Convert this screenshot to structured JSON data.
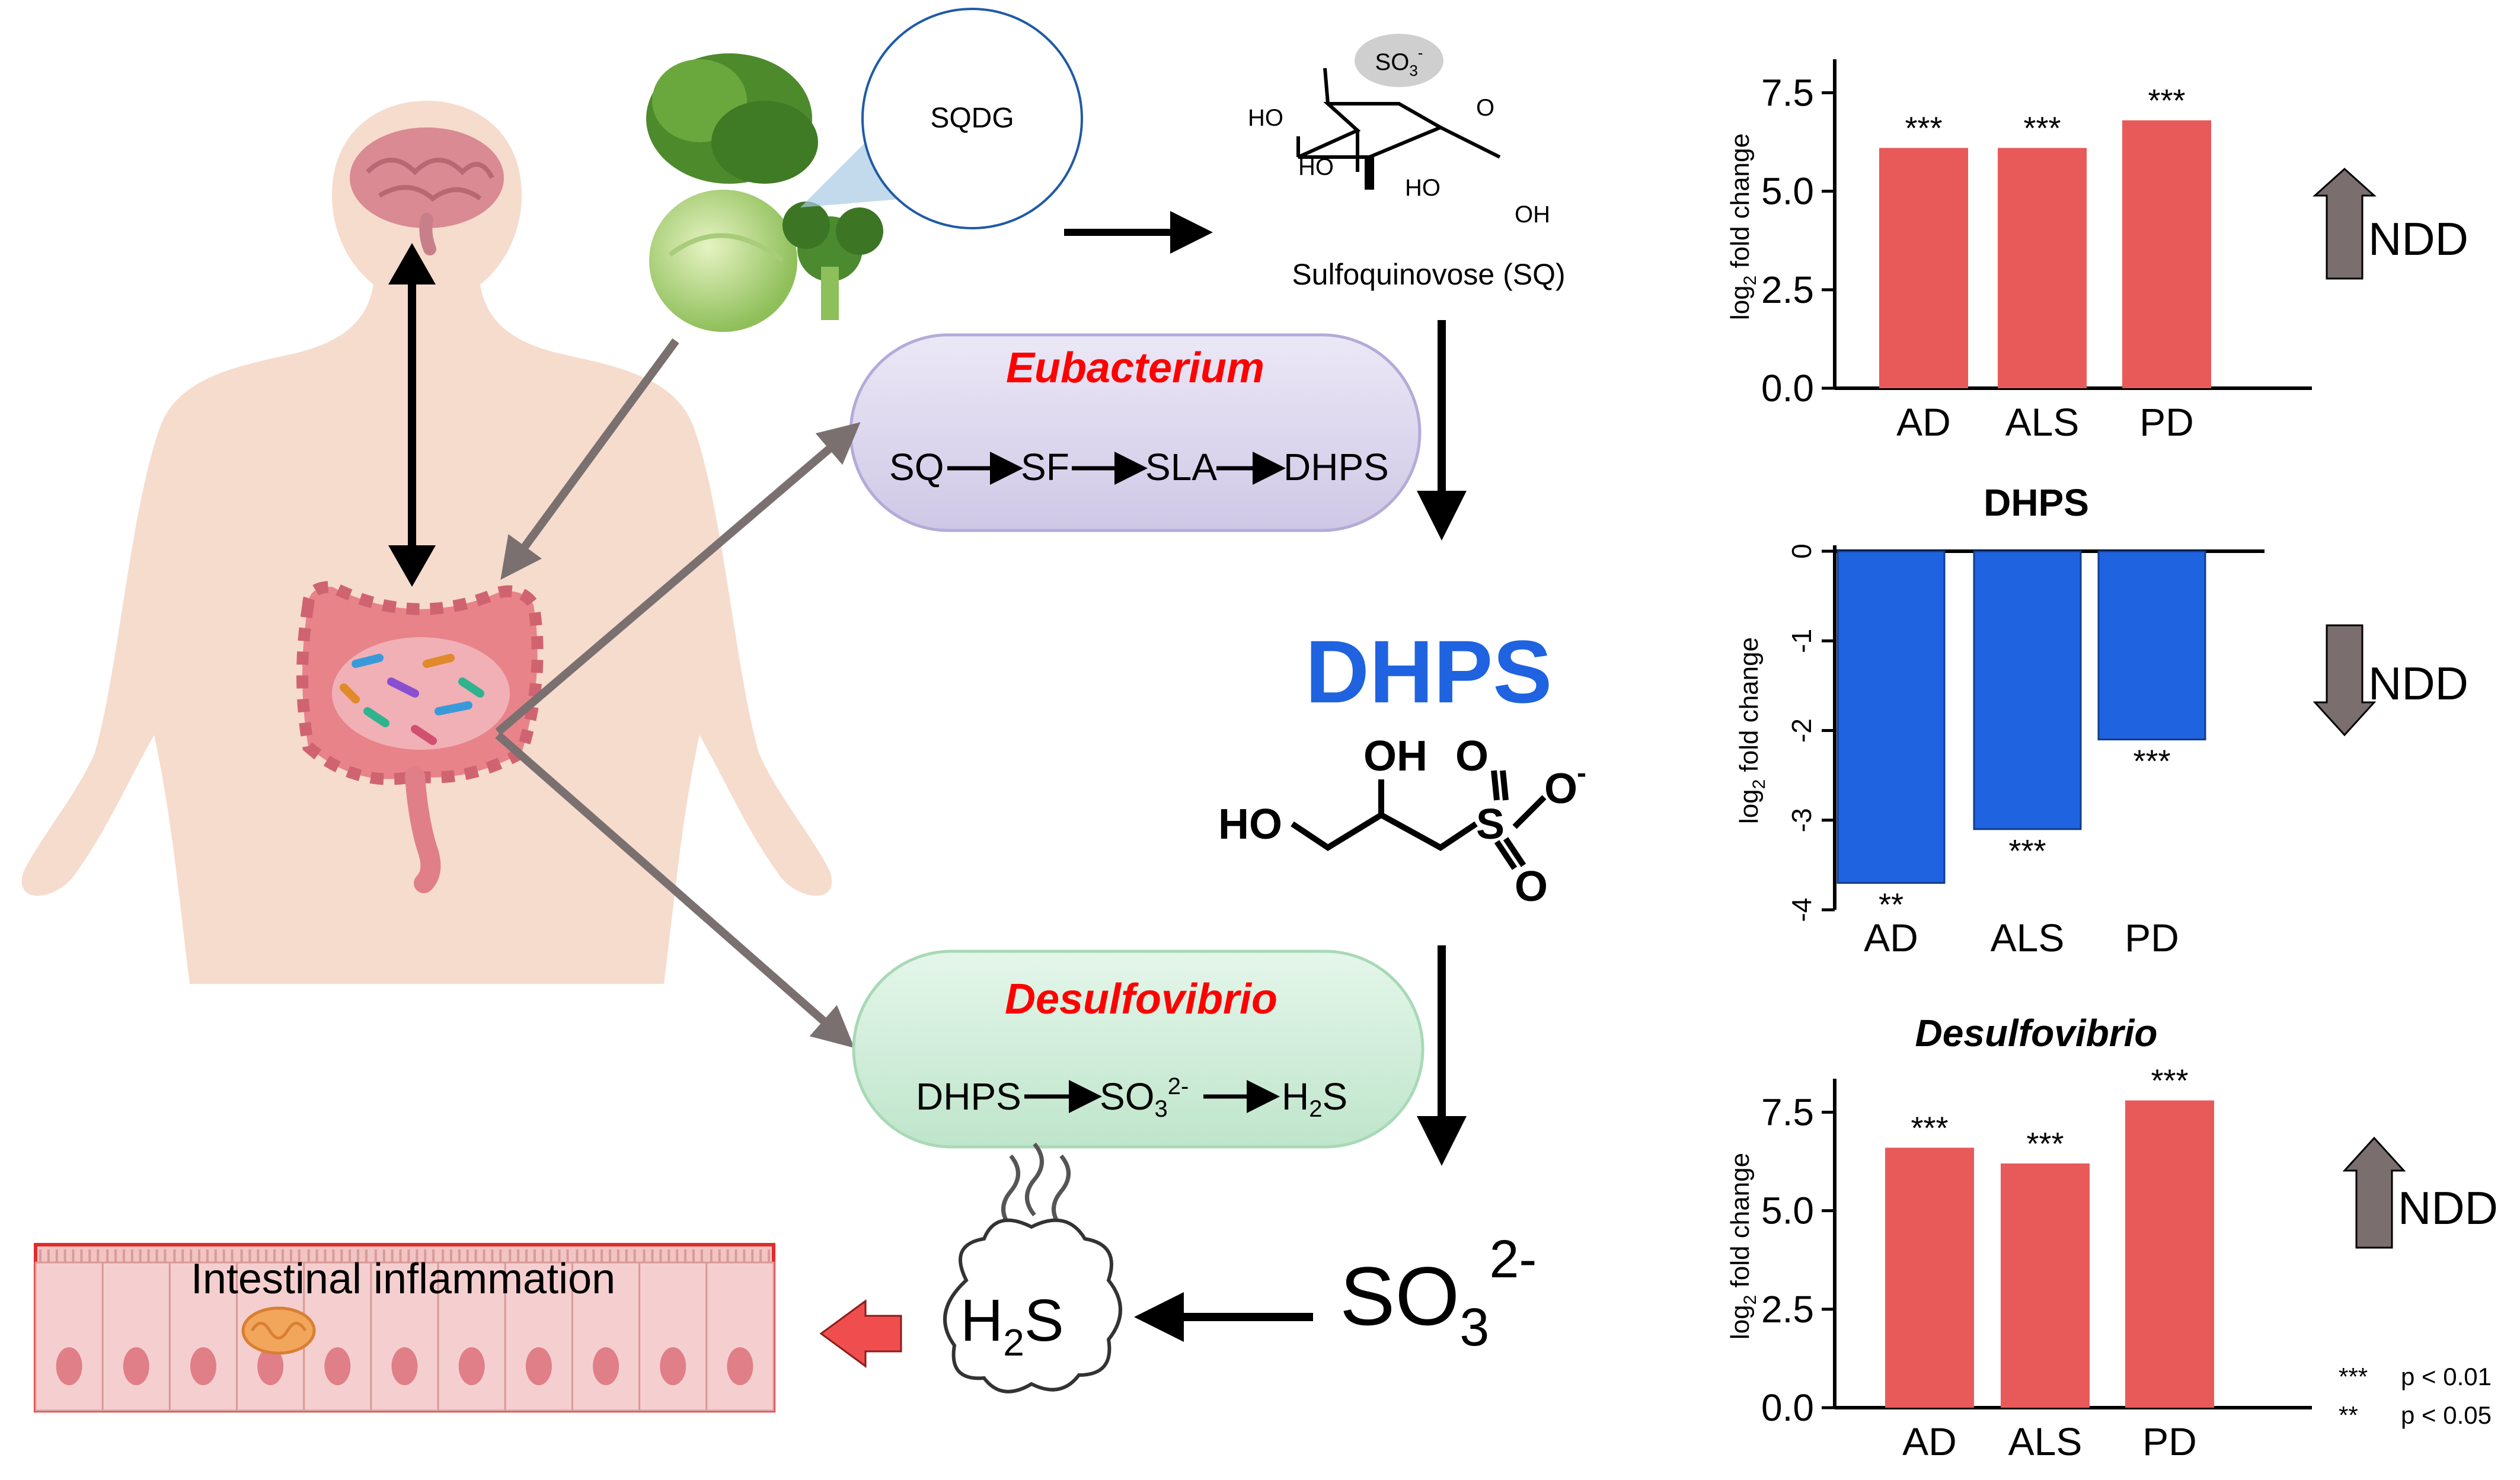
{
  "labels": {
    "sqdg": "SQDG",
    "sq_name": "Sulfoquinovose (SQ)",
    "so3_group": "SO",
    "dhps_title": "DHPS",
    "eubacterium": "Eubacterium",
    "desulfovibrio": "Desulfovibrio",
    "pathway1": [
      "SQ",
      "SF",
      "SLA",
      "DHPS"
    ],
    "pathway2": [
      "DHPS",
      "SO",
      "H"
    ],
    "h2s": "H",
    "so3_big": "SO",
    "inflammation": "Intestinal inflammation",
    "ndd": "NDD",
    "sig1_stars": "***",
    "sig1_text": "p < 0.01",
    "sig2_stars": "**",
    "sig2_text": "p < 0.05"
  },
  "mol_labels": {
    "ho1": "HO",
    "ho2": "HO",
    "ho3": "HO",
    "oh1": "OH",
    "o_ring": "O",
    "dhps_ho": "HO",
    "dhps_oh": "OH",
    "dhps_s": "S",
    "dhps_o1": "O",
    "dhps_o2": "O",
    "dhps_o3": "O"
  },
  "colors": {
    "red_bar": "#e85a5a",
    "blue_bar": "#1f63e0",
    "accent_red": "#ff0000",
    "dhps_blue": "#1f63e0",
    "gray_arrow": "#7a7070",
    "body_skin": "#f6dccd",
    "eubacterium_pill": "#ddd8ef",
    "desulfovibrio_pill": "#d4efdc"
  },
  "chart_data": [
    {
      "type": "bar",
      "title": "",
      "ylabel": "log2 fold change",
      "categories": [
        "AD",
        "ALS",
        "PD"
      ],
      "values": [
        6.1,
        6.1,
        6.8
      ],
      "significance": [
        "***",
        "***",
        "***"
      ],
      "ylim": [
        0,
        8.2
      ],
      "yticks": [
        0.0,
        2.5,
        5.0,
        7.5
      ],
      "ytick_labels": [
        "0.0",
        "2.5",
        "5.0",
        "7.5"
      ],
      "trend": "up"
    },
    {
      "type": "bar",
      "title": "DHPS",
      "ylabel": "log2 fold change",
      "categories": [
        "AD",
        "ALS",
        "PD"
      ],
      "values": [
        -3.7,
        -3.1,
        -2.1
      ],
      "significance": [
        "**",
        "***",
        "***"
      ],
      "ylim": [
        -4,
        0
      ],
      "yticks": [
        0,
        -1,
        -2,
        -3,
        -4
      ],
      "ytick_labels": [
        "0",
        "-1",
        "-2",
        "-3",
        "-4"
      ],
      "trend": "down"
    },
    {
      "type": "bar",
      "title": "Desulfovibrio",
      "ylabel": "log2 fold change",
      "categories": [
        "AD",
        "ALS",
        "PD"
      ],
      "values": [
        6.6,
        6.2,
        7.8
      ],
      "significance": [
        "***",
        "***",
        "***"
      ],
      "ylim": [
        0,
        8.2
      ],
      "yticks": [
        0.0,
        2.5,
        5.0,
        7.5
      ],
      "ytick_labels": [
        "0.0",
        "2.5",
        "5.0",
        "7.5"
      ],
      "trend": "up"
    }
  ]
}
